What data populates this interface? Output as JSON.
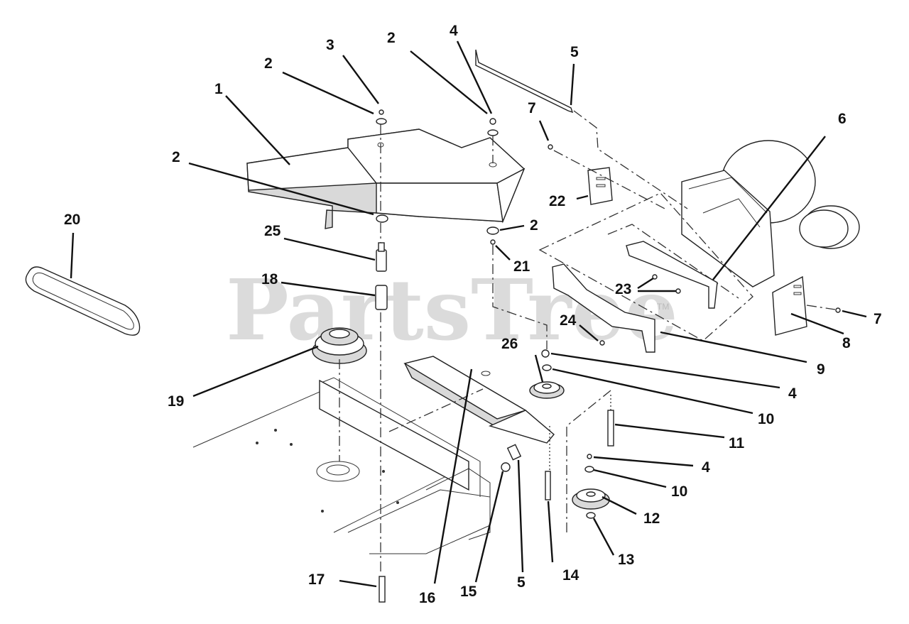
{
  "watermark": {
    "text": "PartsTree",
    "trademark": "TM"
  },
  "callouts": {
    "c1": "1",
    "c2a": "2",
    "c2b": "2",
    "c2c": "2",
    "c2d": "2",
    "c3": "3",
    "c4a": "4",
    "c4b": "4",
    "c4c": "4",
    "c5a": "5",
    "c5b": "5",
    "c6": "6",
    "c7a": "7",
    "c7b": "7",
    "c8": "8",
    "c9": "9",
    "c10a": "10",
    "c10b": "10",
    "c11": "11",
    "c12": "12",
    "c13": "13",
    "c14": "14",
    "c15": "15",
    "c16": "16",
    "c17": "17",
    "c18": "18",
    "c19": "19",
    "c20": "20",
    "c21": "21",
    "c22": "22",
    "c23": "23",
    "c24": "24",
    "c25": "25",
    "c26": "26"
  }
}
